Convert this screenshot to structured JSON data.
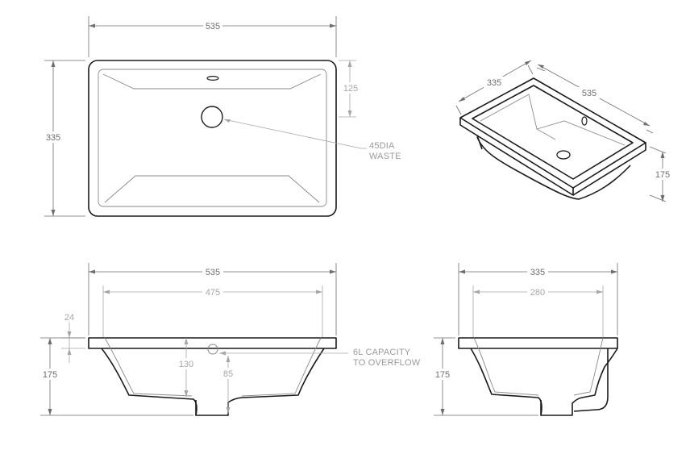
{
  "plan_view": {
    "width_label": "535",
    "depth_label": "335",
    "waste_offset_label": "125",
    "waste_note_line1": "45DIA",
    "waste_note_line2": "WASTE"
  },
  "iso_view": {
    "depth_label": "335",
    "width_label": "535",
    "height_label": "175"
  },
  "front_view": {
    "overall_width_label": "535",
    "inner_width_label": "475",
    "rim_label": "24",
    "height_label": "175",
    "bowl_depth_label": "130",
    "overflow_height_label": "85",
    "overflow_note_line1": "6L CAPACITY",
    "overflow_note_line2": "TO OVERFLOW"
  },
  "side_view": {
    "overall_depth_label": "335",
    "inner_depth_label": "280",
    "height_label": "175"
  }
}
